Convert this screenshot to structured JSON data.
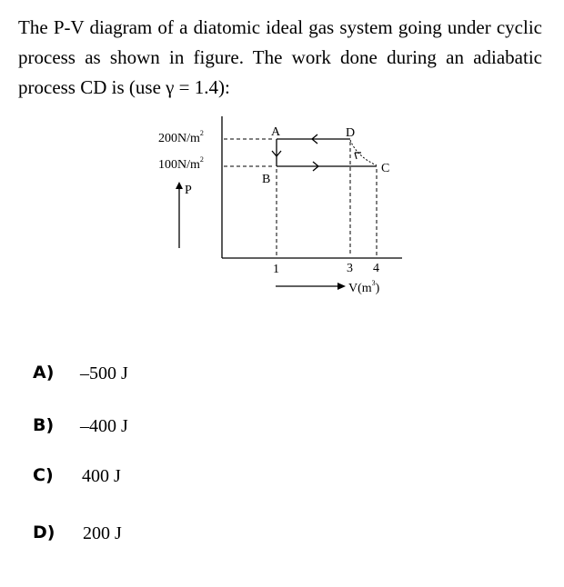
{
  "question": {
    "text": "The P-V diagram of a diatomic ideal gas system going under cyclic process as shown in figure. The work done during an adiabatic process CD is (use γ = 1.4):"
  },
  "figure": {
    "p_label_200": "200N/m",
    "p_label_100": "100N/m",
    "p_sup": "2",
    "p_axis": "P",
    "v_axis": "V(m",
    "v_sup": "3",
    "v_close": ")",
    "point_a": "A",
    "point_b": "B",
    "point_c": "C",
    "point_d": "D",
    "tick_1": "1",
    "tick_3": "3",
    "tick_4": "4"
  },
  "options": [
    {
      "letter": "A)",
      "value": "–500 J"
    },
    {
      "letter": "B)",
      "value": "–400 J"
    },
    {
      "letter": "C)",
      "value": "400 J"
    },
    {
      "letter": "D)",
      "value": "200 J"
    }
  ]
}
